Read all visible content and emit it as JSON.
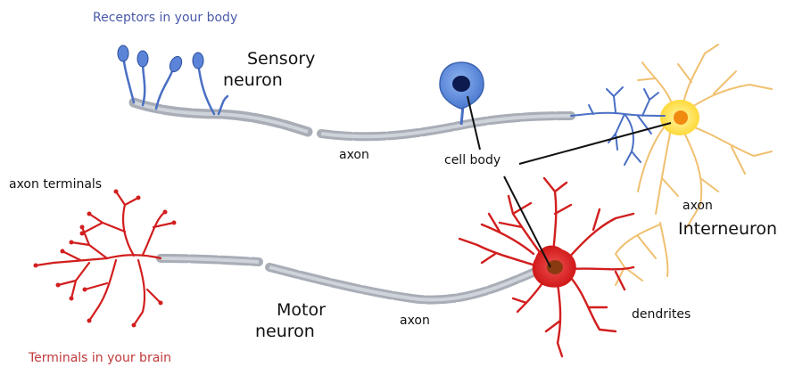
{
  "labels": {
    "receptors": "Receptors in your body",
    "sensory_line1": "Sensory",
    "sensory_line2": "neuron",
    "axon_sensory": "axon",
    "cell_body": "cell body",
    "axon_terminals": "axon terminals",
    "axon_inter": "axon",
    "interneuron": "Interneuron",
    "motor_line1": "Motor",
    "motor_line2": "neuron",
    "axon_motor": "axon",
    "dendrites": "dendrites",
    "terminals_brain": "Terminals in your brain"
  },
  "colors": {
    "sensory": "#4a6fc4",
    "sensory_cell": "#5b8ee0",
    "nucleus_dark": "#0d1a4f",
    "motor": "#d21e1e",
    "motor_cell": "#e03030",
    "motor_nucleus": "#8a3a10",
    "inter": "#f0c070",
    "inter_cell": "#ffe04a",
    "inter_nucleus": "#f08a10",
    "myelin": "#b8bcc4",
    "receptor_label": "#4a5aa8",
    "terminal_label": "#c0393b"
  }
}
